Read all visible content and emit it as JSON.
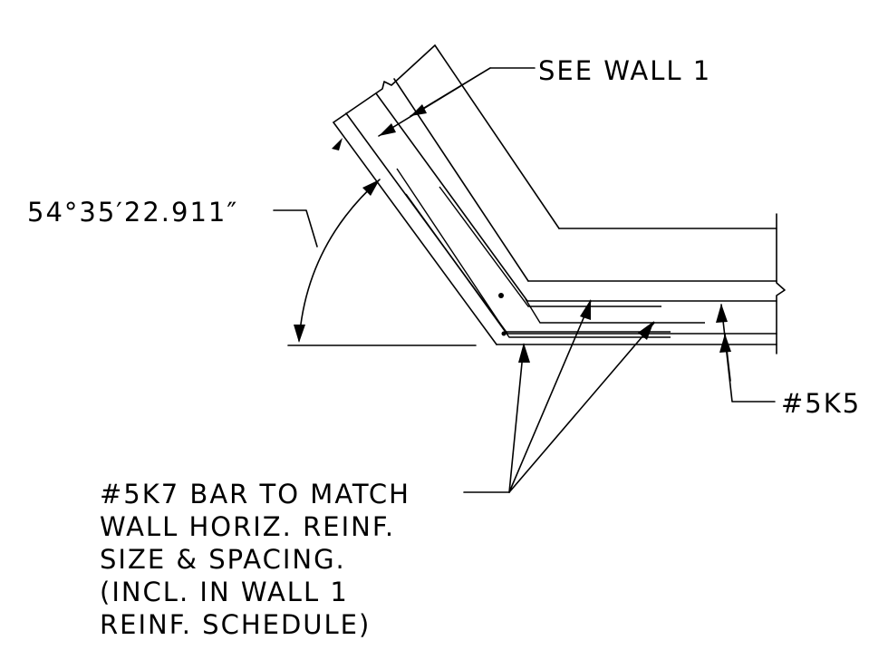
{
  "callouts": {
    "see_wall": "SEE WALL 1",
    "angle": "54°35′22.911″",
    "bar_5k5": "#5K5",
    "bar_5k7_lines": [
      "#5K7 BAR TO MATCH",
      "WALL HORIZ. REINF.",
      "SIZE & SPACING.",
      "(INCL. IN WALL 1",
      "REINF. SCHEDULE)"
    ]
  },
  "colors": {
    "ink": "#000000",
    "paper": "#ffffff"
  }
}
